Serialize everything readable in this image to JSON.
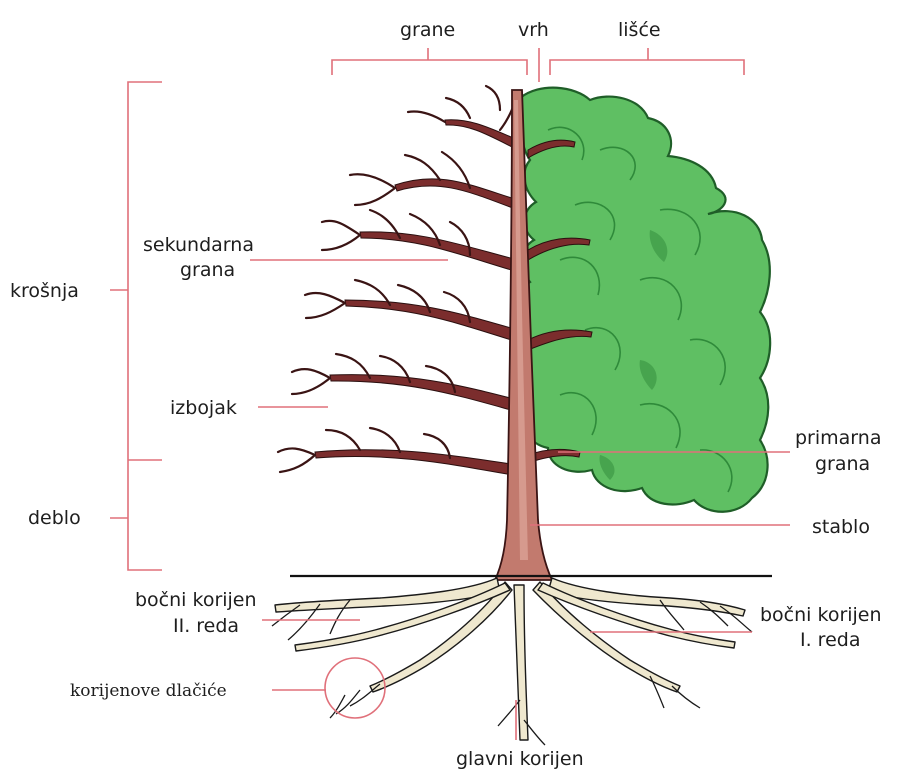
{
  "labels": {
    "grane": "grane",
    "vrh": "vrh",
    "lisce": "lišće",
    "krosnja": "krošnja",
    "deblo": "deblo",
    "sekundarna_line1": "sekundarna",
    "sekundarna_line2": "grana",
    "izbojak": "izbojak",
    "primarna_line1": "primarna",
    "primarna_line2": "grana",
    "stablo": "stablo",
    "bocni2_line1": "bočni korijen",
    "bocni2_line2": "II. reda",
    "bocni1_line1": "bočni korijen",
    "bocni1_line2": "I. reda",
    "korijenove": "korijenove dlačiće",
    "glavni": "glavni korijen"
  },
  "colors": {
    "leader": "#e0707a",
    "trunk": "#c27a6e",
    "branch": "#7b2d2d",
    "foliage": "#5fbf63",
    "foliage_dark": "#2f8a3a",
    "root": "#efe8cf",
    "root_outline": "#1a1a1a",
    "ground": "#111111"
  }
}
